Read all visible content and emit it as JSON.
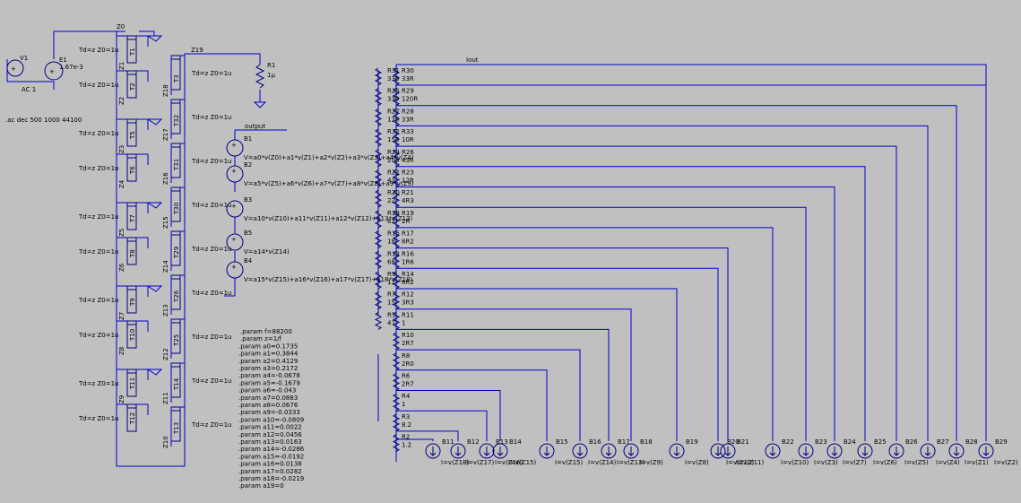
{
  "colors": {
    "background": "#c0c0c0",
    "wire": "#0000cc",
    "part": "#000080",
    "text": "#000000"
  },
  "netlabels": {
    "z0": "Z0",
    "z19": "Z19",
    "iout": "Iout",
    "output": "output"
  },
  "v1": {
    "name": "V1",
    "value": "AC 1"
  },
  "e1": {
    "name": "E1",
    "value": "1.67e-3"
  },
  "analysis": ".ac dec 500 1000 44100",
  "r1": {
    "name": "R1",
    "value": "1µ"
  },
  "tlines_left": [
    {
      "name": "T1",
      "z": "Z1",
      "td": "Td=z Z0=1u"
    },
    {
      "name": "T2",
      "z": "Z2",
      "td": "Td=z Z0=1u"
    },
    {
      "name": "T5",
      "z": "Z3",
      "td": "Td=z Z0=1u"
    },
    {
      "name": "T6",
      "z": "Z4",
      "td": "Td=z Z0=1u"
    },
    {
      "name": "T7",
      "z": "Z5",
      "td": "Td=z Z0=1u"
    },
    {
      "name": "T8",
      "z": "Z6",
      "td": "Td=z Z0=1u"
    },
    {
      "name": "T9",
      "z": "Z7",
      "td": "Td=z Z0=1u"
    },
    {
      "name": "T10",
      "z": "Z8",
      "td": "Td=z Z0=1u"
    },
    {
      "name": "T11",
      "z": "Z9",
      "td": "Td=z Z0=1u"
    },
    {
      "name": "T12",
      "z": "",
      "td": "Td=z Z0=1u"
    }
  ],
  "tlines_right": [
    {
      "name": "T3",
      "z": "Z18",
      "td": "Td=z Z0=1u"
    },
    {
      "name": "T32",
      "z": "Z17",
      "td": "Td=z Z0=1u"
    },
    {
      "name": "T31",
      "z": "Z16",
      "td": "Td=z Z0=1u"
    },
    {
      "name": "T30",
      "z": "Z15",
      "td": "Td=z Z0=1u"
    },
    {
      "name": "T29",
      "z": "Z14",
      "td": "Td=z Z0=1u"
    },
    {
      "name": "T26",
      "z": "Z13",
      "td": "Td=z Z0=1u"
    },
    {
      "name": "T25",
      "z": "Z12",
      "td": "Td=z Z0=1u"
    },
    {
      "name": "T14",
      "z": "Z11",
      "td": "Td=z Z0=1u"
    },
    {
      "name": "T13",
      "z": "Z10",
      "td": "Td=z Z0=1u"
    }
  ],
  "bsources": [
    {
      "name": "B1",
      "expr": "V=a0*v(Z0)+a1*v(Z1)+a2*v(Z2)+a3*v(Z3)+a4*v(Z4)"
    },
    {
      "name": "B2",
      "expr": "V=a5*v(Z5)+a6*v(Z6)+a7*v(Z7)+a8*v(Z8)+a9*v(Z9)"
    },
    {
      "name": "B3",
      "expr": "V=a10*v(Z10)+a11*v(Z11)+a12*v(Z12)+a13*v(Z13)"
    },
    {
      "name": "B5",
      "expr": "V=a14*v(Z14)"
    },
    {
      "name": "B4",
      "expr": "V=a15*v(Z15)+a16*v(Z16)+a17*v(Z17)+a18*v(Z18)"
    }
  ],
  "params": [
    ".param f=88200",
    ".param z=1/f",
    ".param a0=0.1735",
    ".param a1=0.3844",
    ".param a2=0.4129",
    ".param a3=0.2172",
    ".param a4=-0.0678",
    ".param a5=-0.1679",
    ".param a6=-0.043",
    ".param a7=0.0883",
    ".param a8=0.0676",
    ".param a9=-0.0333",
    ".param a10=-0.0809",
    ".param a11=0.0022",
    ".param a12=0.0456",
    ".param a13=0.0163",
    ".param a14=-0.0286",
    ".param a15=-0.0192",
    ".param a16=0.0138",
    ".param a17=0.0282",
    ".param a18=-0.0219",
    ".param a19=0"
  ],
  "ladder": [
    {
      "name": "R30",
      "value": "33R"
    },
    {
      "name": "R29",
      "value": "120R"
    },
    {
      "name": "R28",
      "value": "33R"
    },
    {
      "name": "R33",
      "value": "10R"
    },
    {
      "name": "R26",
      "value": "43R"
    },
    {
      "name": "R23",
      "value": "12R"
    },
    {
      "name": "R21",
      "value": "4R3"
    },
    {
      "name": "R19",
      "value": "2R"
    },
    {
      "name": "R17",
      "value": "8R2"
    },
    {
      "name": "R16",
      "value": "1R6"
    },
    {
      "name": "R14",
      "value": "8R2"
    },
    {
      "name": "R12",
      "value": "3R3"
    },
    {
      "name": "R11",
      "value": "1"
    },
    {
      "name": "R10",
      "value": "2R7"
    },
    {
      "name": "R8",
      "value": "2R0"
    },
    {
      "name": "R6",
      "value": "2R7"
    },
    {
      "name": "R4",
      "value": "1"
    },
    {
      "name": "R3",
      "value": "8.2"
    },
    {
      "name": "R2",
      "value": "1.2"
    }
  ],
  "shunts": [
    {
      "name": "R31",
      "value": "330"
    },
    {
      "name": "R25",
      "value": "330"
    },
    {
      "name": "R27",
      "value": "120"
    },
    {
      "name": "R32",
      "value": "150"
    },
    {
      "name": "R24",
      "value": "200"
    },
    {
      "name": "R22",
      "value": "43"
    },
    {
      "name": "R20",
      "value": "22"
    },
    {
      "name": "R18",
      "value": "82"
    },
    {
      "name": "R15",
      "value": "18"
    },
    {
      "name": "R13",
      "value": "68"
    },
    {
      "name": "R9",
      "value": "12"
    },
    {
      "name": "R7",
      "value": "15"
    },
    {
      "name": "R5",
      "value": "47"
    }
  ],
  "isources": [
    {
      "name": "B11",
      "expr": "I=v(Z18)"
    },
    {
      "name": "B12",
      "expr": "I=v(Z17)"
    },
    {
      "name": "B13",
      "expr": "I=v(Z16)"
    },
    {
      "name": "B14",
      "expr": "I=v(Z15)"
    },
    {
      "name": "B15",
      "expr": "I=v(Z15)"
    },
    {
      "name": "B16",
      "expr": "I=v(Z14)"
    },
    {
      "name": "B17",
      "expr": "I=v(Z13)"
    },
    {
      "name": "B18",
      "expr": "I=v(Z9)"
    },
    {
      "name": "B19",
      "expr": "I=v(Z8)"
    },
    {
      "name": "B20",
      "expr": "I=v(Z12)"
    },
    {
      "name": "B21",
      "expr": "I=v(Z11)"
    },
    {
      "name": "B22",
      "expr": "I=v(Z10)"
    },
    {
      "name": "B23",
      "expr": "I=v(Z3)"
    },
    {
      "name": "B24",
      "expr": "I=v(Z7)"
    },
    {
      "name": "B25",
      "expr": "I=v(Z6)"
    },
    {
      "name": "B26",
      "expr": "I=v(Z5)"
    },
    {
      "name": "B27",
      "expr": "I=v(Z4)"
    },
    {
      "name": "B28",
      "expr": "I=v(Z1)"
    },
    {
      "name": "B29",
      "expr": "I=v(Z2)"
    }
  ]
}
